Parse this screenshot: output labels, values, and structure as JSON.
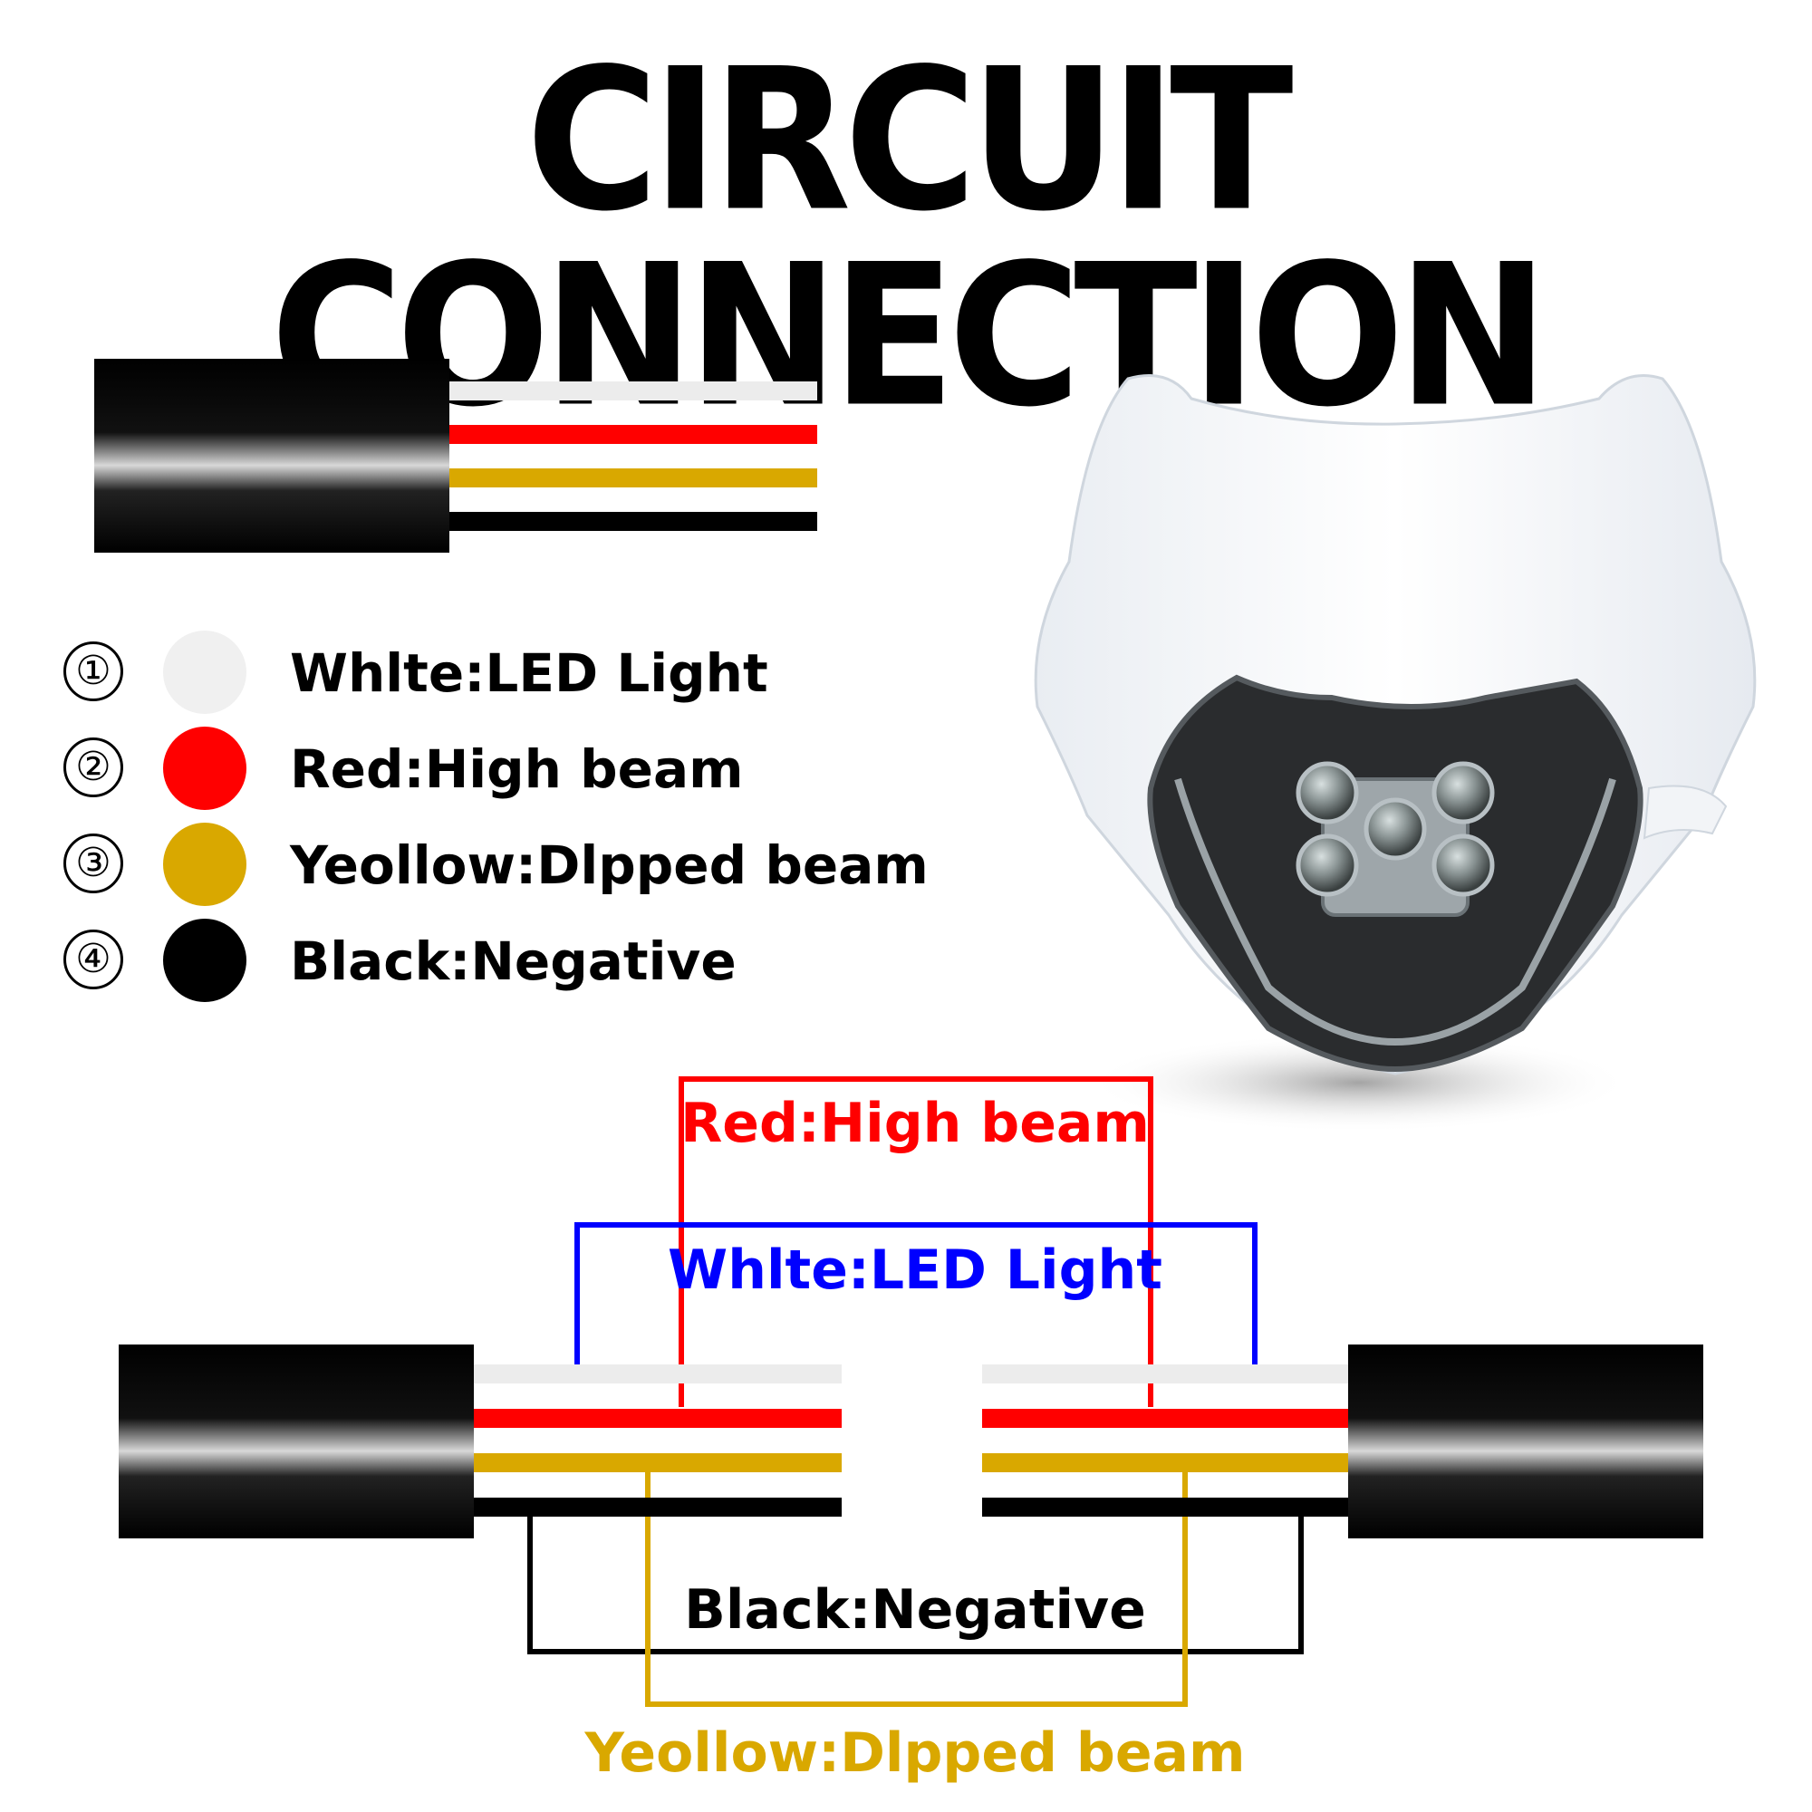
{
  "title": "CIRCUIT CONNECTION",
  "legend": [
    {
      "number": "①",
      "color": "#f0f0f0",
      "label": "Whlte:LED Light"
    },
    {
      "number": "②",
      "color": "#ff0000",
      "label": "Red:High beam"
    },
    {
      "number": "③",
      "color": "#d9a800",
      "label": "Yeollow:Dlpped beam"
    },
    {
      "number": "④",
      "color": "#000000",
      "label": "Black:Negative"
    }
  ],
  "connection_labels": {
    "red": "Red:High beam",
    "white": "Whlte:LED Light",
    "black": "Black:Negative",
    "yellow": "Yeollow:Dlpped beam"
  },
  "colors": {
    "white_wire": "#ececec",
    "red_wire": "#ff0000",
    "yellow_wire": "#d9a800",
    "black_wire": "#000000",
    "white_link": "#0000ff",
    "red_link": "#ff0000",
    "yellow_link": "#d9a800",
    "black_link": "#000000"
  }
}
